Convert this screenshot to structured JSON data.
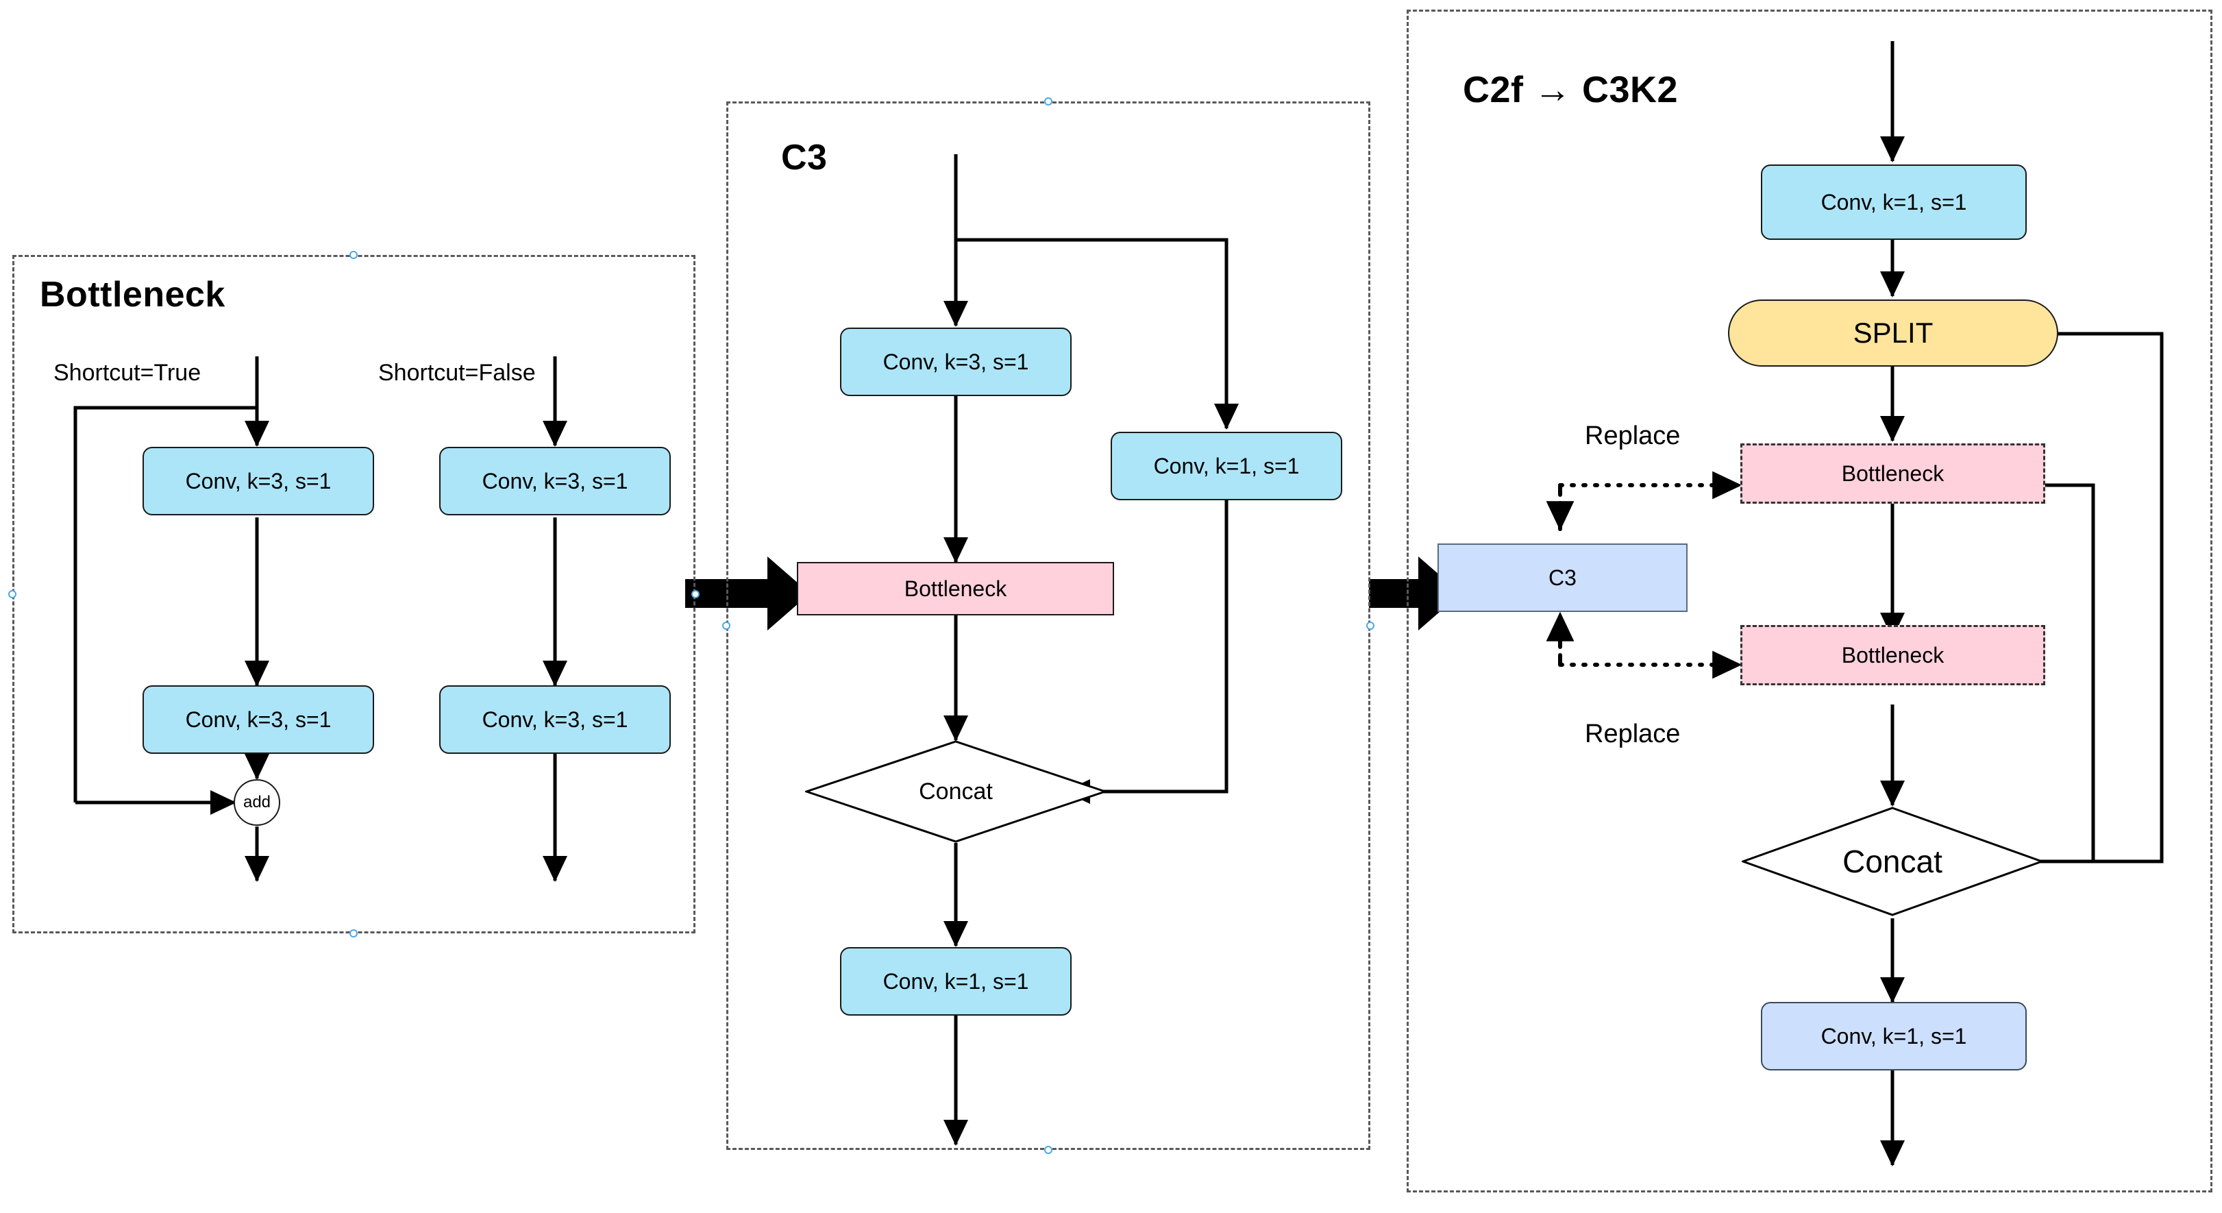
{
  "diagram": {
    "title_panels": {
      "bottleneck": "Bottleneck",
      "c3": "C3",
      "c3k2": "C2f → C3K2"
    }
  },
  "bottleneck_panel": {
    "title": "Bottleneck",
    "branches": [
      {
        "label": "Shortcut=True",
        "nodes": [
          {
            "text": "Conv, k=3, s=1",
            "type": "conv"
          },
          {
            "text": "Conv, k=3, s=1",
            "type": "conv"
          },
          {
            "text": "add",
            "type": "add"
          }
        ]
      },
      {
        "label": "Shortcut=False",
        "nodes": [
          {
            "text": "Conv, k=3, s=1",
            "type": "conv"
          },
          {
            "text": "Conv, k=3, s=1",
            "type": "conv"
          }
        ]
      }
    ]
  },
  "c3_panel": {
    "title": "C3",
    "nodes": {
      "conv_k3": "Conv, k=3, s=1",
      "conv_k1_branch": "Conv, k=1, s=1",
      "bottleneck": "Bottleneck",
      "concat": "Concat",
      "conv_k1_out": "Conv, k=1, s=1"
    }
  },
  "c3k2_panel": {
    "title": "C2f → C3K2",
    "nodes": {
      "conv_k1_in": "Conv, k=1, s=1",
      "split": "SPLIT",
      "bottleneck_1": "Bottleneck",
      "bottleneck_2": "Bottleneck",
      "concat": "Concat",
      "conv_k1_out": "Conv, k=1, s=1",
      "c3_ref": "C3"
    },
    "annotations": {
      "replace_top": "Replace",
      "replace_bottom": "Replace"
    }
  },
  "colors": {
    "conv_fill": "#ACE5F7",
    "conv_periwinkle_fill": "#CCDFFC",
    "bottleneck_fill": "#FFD1DC",
    "split_fill": "#FFE49B",
    "panel_border": "#595959",
    "stroke": "#000000",
    "handle": "#4aa8e8"
  }
}
